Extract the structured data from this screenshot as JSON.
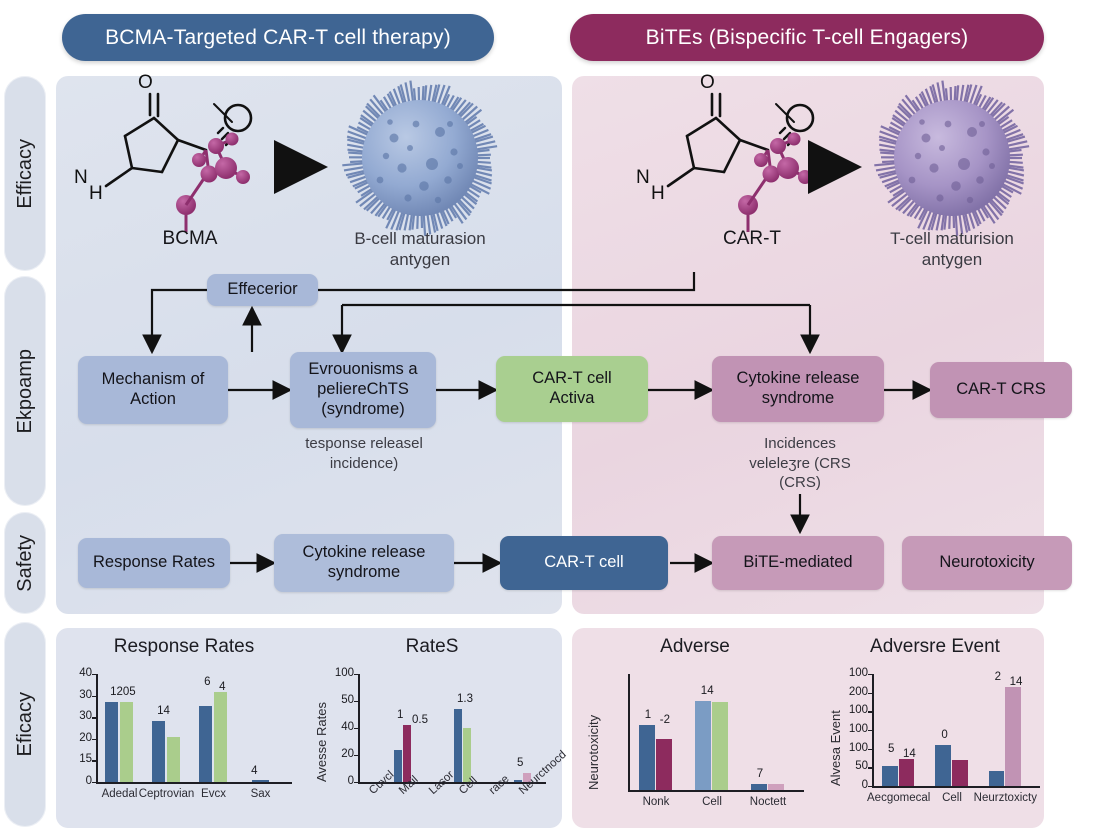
{
  "headers": {
    "left": "BCMA-Targeted CAR-T cell therapy)",
    "right": "BiTEs (Bispecific T-cell Engagers)",
    "left_color": "#3f6593",
    "right_color": "#8d2b5e"
  },
  "rails": [
    {
      "label": "Efficacy"
    },
    {
      "label": "Ekpoamp"
    },
    {
      "label": "Safety"
    },
    {
      "label": "Eficacy"
    }
  ],
  "molecules": {
    "left": {
      "molecule_label": "BCMA",
      "atom_labels": [
        "N",
        "H",
        "O",
        "O"
      ],
      "cell_label": "B-cell maturasion\nantygen",
      "cell_color": "#7f9ac4"
    },
    "right": {
      "molecule_label": "CAR-T",
      "atom_labels": [
        "N",
        "H",
        "O",
        "O"
      ],
      "cell_label": "T-cell maturision\nantygen",
      "cell_color": "#8f7fb8"
    }
  },
  "flow": {
    "effector": "Effecerior",
    "mechanism": "Mechanism of\nAction",
    "expansion": "Evrouonisms a\npeliereChTS\n(syndrome)",
    "expansion_caption": "tesponse releasel\nincidence)",
    "cart_activation": "CAR-T cell\nActiva",
    "crs": "Cytokine release\nsyndrome",
    "crs_caption": "Incidences\nveleleʒre (CRS\n(CRS)",
    "cart_crs": "CAR-T CRS"
  },
  "safety_row": {
    "response_rates": "Response Rates",
    "cytokine_release": "Cytokine release\nsyndrome",
    "cart_cell": "CAR-T cell",
    "bite_mediated": "BiTE-mediated",
    "neurotoxicity": "Neurotoxicity"
  },
  "colors": {
    "blue_box": "#a8b8d8",
    "green_box": "#a9cf90",
    "purple_box": "#c193b4",
    "navy_box": "#3f6593",
    "bar_navy": "#3f6593",
    "bar_steel": "#7b9cc4",
    "bar_green": "#aacd8c",
    "bar_magenta": "#8d2b5e",
    "bar_pink": "#cfa0bd",
    "panel_left_bg": "#dfe3ee",
    "panel_right_bg": "#efdfe7"
  },
  "chart_data": [
    {
      "id": "chart-response-rates",
      "type": "bar",
      "title": "Response Rates",
      "xlabel": "",
      "ylabel": "",
      "categories": [
        "Adedal",
        "Ceptrovian",
        "Evcx",
        "Sax"
      ],
      "ytick_labels": [
        "40",
        "30",
        "30",
        "20",
        "15",
        "0"
      ],
      "ylim": [
        0,
        40
      ],
      "grid": false,
      "legend": "none",
      "series": [
        {
          "name": "series-1",
          "color": "#3f6593",
          "values": [
            29.5,
            22.5,
            28,
            0.3
          ]
        },
        {
          "name": "series-2",
          "color": "#aacd8c",
          "values": [
            29.8,
            16.8,
            33.5,
            0
          ]
        }
      ],
      "annotations": [
        {
          "text": "1205",
          "category": "Adedal"
        },
        {
          "text": "1\u00144",
          "category": "Ceptrovian"
        },
        {
          "text": "6",
          "category": "Evcx",
          "series": "series-1"
        },
        {
          "text": "4",
          "category": "Evcx",
          "series": "series-2"
        },
        {
          "text": "4",
          "category": "Sax"
        }
      ]
    },
    {
      "id": "chart-rates",
      "type": "bar",
      "title": "RateS",
      "xlabel": "",
      "ylabel": "Avesse Rates",
      "categories": [
        "Cuvcl",
        "Mail",
        "Lasor",
        "Cell",
        "race",
        "Neurctnocd"
      ],
      "ytick_labels": [
        "100",
        "50",
        "40",
        "20",
        "0"
      ],
      "ylim": [
        0,
        100
      ],
      "grid": false,
      "legend": "none",
      "series": [
        {
          "name": "series-1",
          "color": "#3f6593",
          "values": [
            0,
            30,
            0,
            68,
            0,
            2
          ]
        },
        {
          "name": "series-2",
          "color": "#8d2b5e",
          "values": [
            0,
            53,
            0,
            0,
            0,
            0
          ]
        },
        {
          "name": "series-3",
          "color": "#aacd8c",
          "values": [
            0,
            0,
            0,
            50,
            0,
            0
          ]
        },
        {
          "name": "series-4",
          "color": "#cfa0bd",
          "values": [
            0,
            0,
            0,
            0,
            0,
            8
          ]
        }
      ],
      "annotations": [
        {
          "text": "1",
          "category": "Mail"
        },
        {
          "text": "0.5",
          "category": "Mail"
        },
        {
          "text": "1.3",
          "category": "Cell"
        },
        {
          "text": "5",
          "category": "Neurctnocd"
        }
      ]
    },
    {
      "id": "chart-adverse",
      "type": "bar",
      "title": "Adverse",
      "xlabel": "",
      "ylabel": "Neurotoxicity",
      "categories": [
        "Nonk",
        "Cell",
        "Noctett"
      ],
      "ytick_labels": [],
      "ylim": [
        0,
        100
      ],
      "grid": false,
      "legend": "none",
      "series": [
        {
          "name": "series-1",
          "color": "#3f6593",
          "values": [
            56,
            0,
            5
          ]
        },
        {
          "name": "series-2",
          "color": "#8d2b5e",
          "values": [
            44,
            0,
            0
          ]
        },
        {
          "name": "series-3",
          "color": "#7b9cc4",
          "values": [
            0,
            77,
            0
          ]
        },
        {
          "name": "series-4",
          "color": "#aacd8c",
          "values": [
            0,
            76,
            0
          ]
        },
        {
          "name": "series-5",
          "color": "#cfa0bd",
          "values": [
            0,
            0,
            5
          ]
        }
      ],
      "annotations": [
        {
          "text": "1",
          "category": "Nonk"
        },
        {
          "text": "-2",
          "category": "Nonk"
        },
        {
          "text": "1\u00144",
          "category": "Cell"
        },
        {
          "text": "7",
          "category": "Noctett"
        }
      ]
    },
    {
      "id": "chart-adverse-event",
      "type": "bar",
      "title": "Adversre Event",
      "xlabel": "",
      "ylabel": "Alvesa Event",
      "categories": [
        "Aecgomecal",
        "Cell",
        "Neurztoxicty"
      ],
      "ytick_labels": [
        "100",
        "200",
        "100",
        "100",
        "100",
        "50",
        "0"
      ],
      "ylim": [
        0,
        250
      ],
      "grid": false,
      "legend": "none",
      "series": [
        {
          "name": "series-1",
          "color": "#3f6593",
          "values": [
            45,
            92,
            34
          ]
        },
        {
          "name": "series-2",
          "color": "#8d2b5e",
          "values": [
            60,
            58,
            0
          ]
        },
        {
          "name": "series-3",
          "color": "#c193b4",
          "values": [
            0,
            0,
            222
          ]
        }
      ],
      "annotations": [
        {
          "text": "5",
          "category": "Aecgomecal"
        },
        {
          "text": "14",
          "category": "Aecgomecal"
        },
        {
          "text": "0",
          "category": "Cell"
        },
        {
          "text": "2",
          "category": "Neurztoxicty"
        },
        {
          "text": "14",
          "category": "Neurztoxicty"
        }
      ]
    }
  ]
}
